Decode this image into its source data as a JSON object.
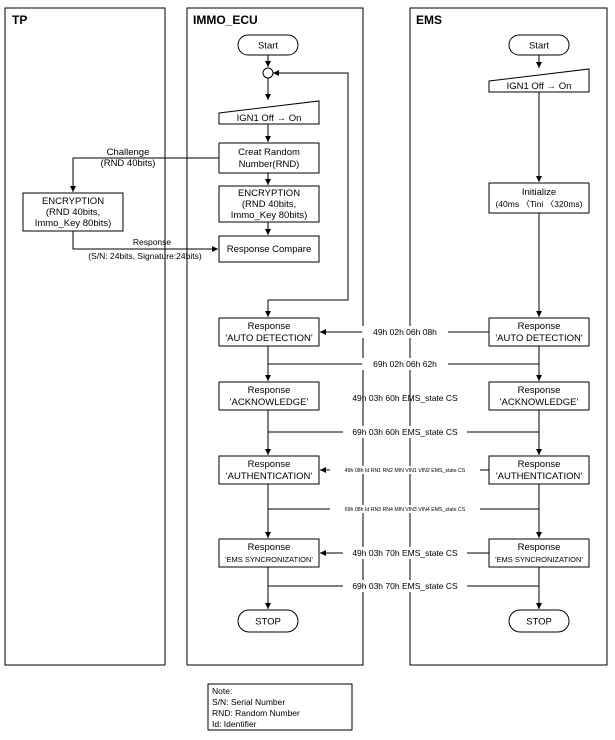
{
  "lanes": {
    "tp": "TP",
    "immo": "IMMO_ECU",
    "ems": "EMS"
  },
  "immo": {
    "start": "Start",
    "ign_on": "IGN1 Off → On",
    "creat_random": [
      "Creat Random",
      "Number(RND)"
    ],
    "encryption": [
      "ENCRYPTION",
      "(RND 40bits,",
      "Immo_Key 80bits)"
    ],
    "response_compare": "Response Compare",
    "resp_auto": [
      "Response",
      "'AUTO DETECTION'"
    ],
    "resp_ack": [
      "Response",
      "'ACKNOWLEDGE'"
    ],
    "resp_auth": [
      "Response",
      "'AUTHENTICATION'"
    ],
    "resp_sync": [
      "Response",
      "'EMS SYNCRONIZATION'"
    ],
    "stop": "STOP"
  },
  "ems": {
    "start": "Start",
    "ign_on": "IGN1 Off → On",
    "initialize": [
      "Initialize",
      "(40ms 〈Tini 〈320ms)"
    ],
    "resp_auto": [
      "Response",
      "'AUTO DETECTION'"
    ],
    "resp_ack": [
      "Response",
      "'ACKNOWLEDGE'"
    ],
    "resp_auth": [
      "Response",
      "'AUTHENTICATION'"
    ],
    "resp_sync": [
      "Response",
      "'EMS SYNCRONIZATION'"
    ],
    "stop": "STOP"
  },
  "tp": {
    "encryption": [
      "ENCRYPTION",
      "(RND 40bits,",
      "Immo_Key 80bits)"
    ],
    "challenge": [
      "Challenge",
      "(RND 40bits)"
    ],
    "response": [
      "Response",
      "(S/N: 24bits, Signature:24bits)"
    ]
  },
  "messages": {
    "m1": "49h 02h 06h 08h",
    "m2": "69h 02h 06h 62h",
    "m3": "49h 03h 60h EMS_state CS",
    "m4": "69h 03h 60h EMS_state CS",
    "m5": "49h 08h Id RN1 RN2 MIN VIN1 VIN2 EMS_state CS",
    "m6": "69h 08h Id RN3 RN4 MIN VIN3 VIN4 EMS_state CS",
    "m7": "49h 03h 70h EMS_state CS",
    "m8": "69h 03h 70h EMS_state CS"
  },
  "note": {
    "title": "Note:",
    "lines": [
      "S/N: Serial Number",
      "RND: Random Number",
      "Id: Identifier"
    ]
  }
}
